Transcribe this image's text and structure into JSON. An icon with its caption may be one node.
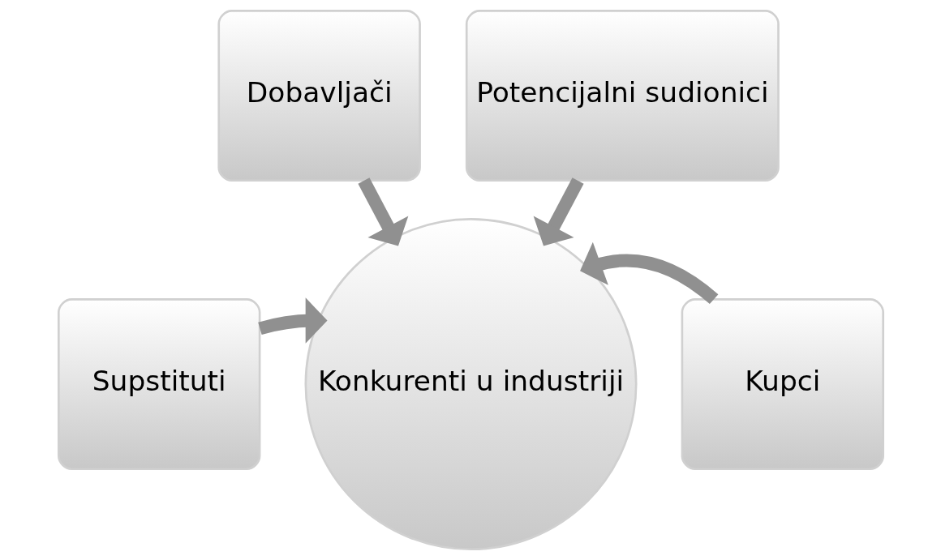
{
  "diagram": {
    "nodes": [
      {
        "text": [
          "Dobavljači"
        ]
      },
      {
        "text": [
          "Potencijalni sudionici"
        ]
      },
      {
        "text": [
          "Supstituti"
        ]
      },
      {
        "text": [
          "Kupci"
        ]
      },
      {
        "text": [
          "Konkurenti u industriji"
        ]
      }
    ],
    "edges": [
      {
        "from": 0,
        "to": 4,
        "arrow": "to"
      },
      {
        "from": 1,
        "to": 4,
        "arrow": "to"
      },
      {
        "from": 2,
        "to": 4,
        "arrow": "to"
      },
      {
        "from": 3,
        "to": 4,
        "arrow": "to"
      }
    ]
  }
}
